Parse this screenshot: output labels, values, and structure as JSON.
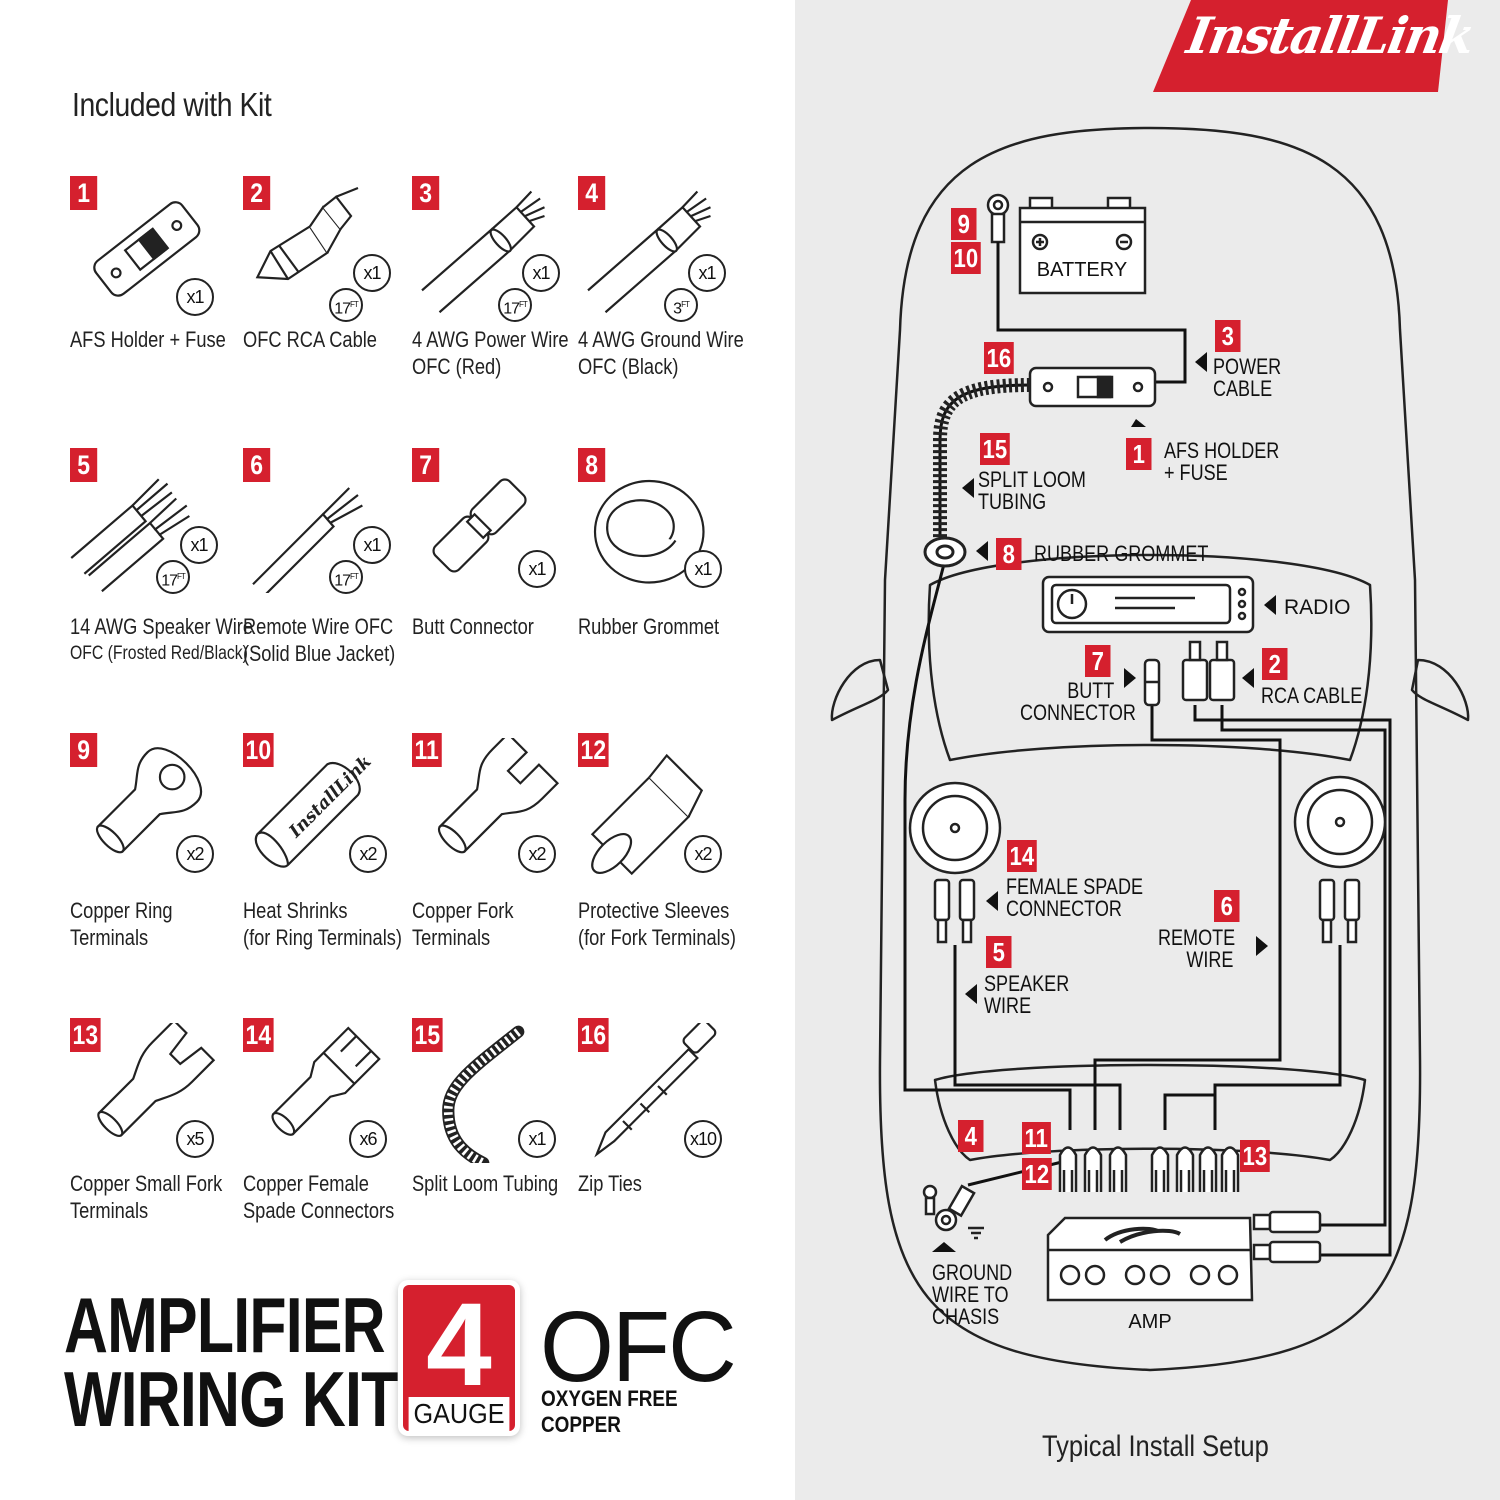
{
  "heading": "Included with Kit",
  "items": [
    {
      "num": "1",
      "label1": "AFS Holder + Fuse",
      "label2": "",
      "qty": "x1",
      "len": ""
    },
    {
      "num": "2",
      "label1": "OFC RCA Cable",
      "label2": "",
      "qty": "x1",
      "len": "17"
    },
    {
      "num": "3",
      "label1": "4 AWG Power Wire",
      "label2": "OFC (Red)",
      "qty": "x1",
      "len": "17"
    },
    {
      "num": "4",
      "label1": "4 AWG Ground Wire",
      "label2": "OFC (Black)",
      "qty": "x1",
      "len": "3"
    },
    {
      "num": "5",
      "label1": "14 AWG Speaker Wire",
      "label2": "OFC (Frosted Red/Black)",
      "qty": "x1",
      "len": "17"
    },
    {
      "num": "6",
      "label1": "Remote Wire OFC",
      "label2": "(Solid Blue Jacket)",
      "qty": "x1",
      "len": "17"
    },
    {
      "num": "7",
      "label1": "Butt Connector",
      "label2": "",
      "qty": "x1",
      "len": ""
    },
    {
      "num": "8",
      "label1": "Rubber Grommet",
      "label2": "",
      "qty": "x1",
      "len": ""
    },
    {
      "num": "9",
      "label1": "Copper Ring",
      "label2": "Terminals",
      "qty": "x2",
      "len": ""
    },
    {
      "num": "10",
      "label1": "Heat Shrinks",
      "label2": "(for Ring Terminals)",
      "qty": "x2",
      "len": ""
    },
    {
      "num": "11",
      "label1": "Copper Fork",
      "label2": "Terminals",
      "qty": "x2",
      "len": ""
    },
    {
      "num": "12",
      "label1": "Protective Sleeves",
      "label2": "(for Fork Terminals)",
      "qty": "x2",
      "len": ""
    },
    {
      "num": "13",
      "label1": "Copper Small Fork",
      "label2": "Terminals",
      "qty": "x5",
      "len": ""
    },
    {
      "num": "14",
      "label1": "Copper Female",
      "label2": "Spade Connectors",
      "qty": "x6",
      "len": ""
    },
    {
      "num": "15",
      "label1": "Split Loom Tubing",
      "label2": "",
      "qty": "x1",
      "len": ""
    },
    {
      "num": "16",
      "label1": "Zip Ties",
      "label2": "",
      "qty": "x10",
      "len": ""
    }
  ],
  "ft_unit": "FT",
  "title_line1": "AMPLIFIER",
  "title_line2": "WIRING KIT",
  "gauge_number": "4",
  "gauge_word": "GAUGE",
  "ofc": "OFC",
  "ofc_sub": "OXYGEN FREE COPPER",
  "brand": "InstallLink",
  "heat_shrink_print": "InstallLink",
  "brand_color": "#d5202e",
  "diagram": {
    "battery": "BATTERY",
    "radio": "RADIO",
    "amp": "AMP",
    "callouts": {
      "power_cable_num": "3",
      "power_cable_1": "POWER",
      "power_cable_2": "CABLE",
      "afs_num": "1",
      "afs_1": "AFS HOLDER",
      "afs_2": "+ FUSE",
      "loom_num": "15",
      "loom_1": "SPLIT LOOM",
      "loom_2": "TUBING",
      "fuse_holder_num": "16",
      "grommet_num": "8",
      "grommet": "RUBBER GROMMET",
      "butt_num": "7",
      "butt_1": "BUTT",
      "butt_2": "CONNECTOR",
      "rca_num": "2",
      "rca": "RCA CABLE",
      "spade_num": "14",
      "spade_1": "FEMALE SPADE",
      "spade_2": "CONNECTOR",
      "remote_num": "6",
      "remote_1": "REMOTE",
      "remote_2": "WIRE",
      "speaker_num": "5",
      "speaker_1": "SPEAKER",
      "speaker_2": "WIRE",
      "ring_num_a": "9",
      "ring_num_b": "10",
      "ground_num": "4",
      "ground_1": "GROUND",
      "ground_2": "WIRE TO",
      "ground_3": "CHASIS",
      "fork_num_a": "11",
      "fork_num_b": "12",
      "small_fork_num": "13"
    },
    "caption": "Typical Install Setup"
  }
}
